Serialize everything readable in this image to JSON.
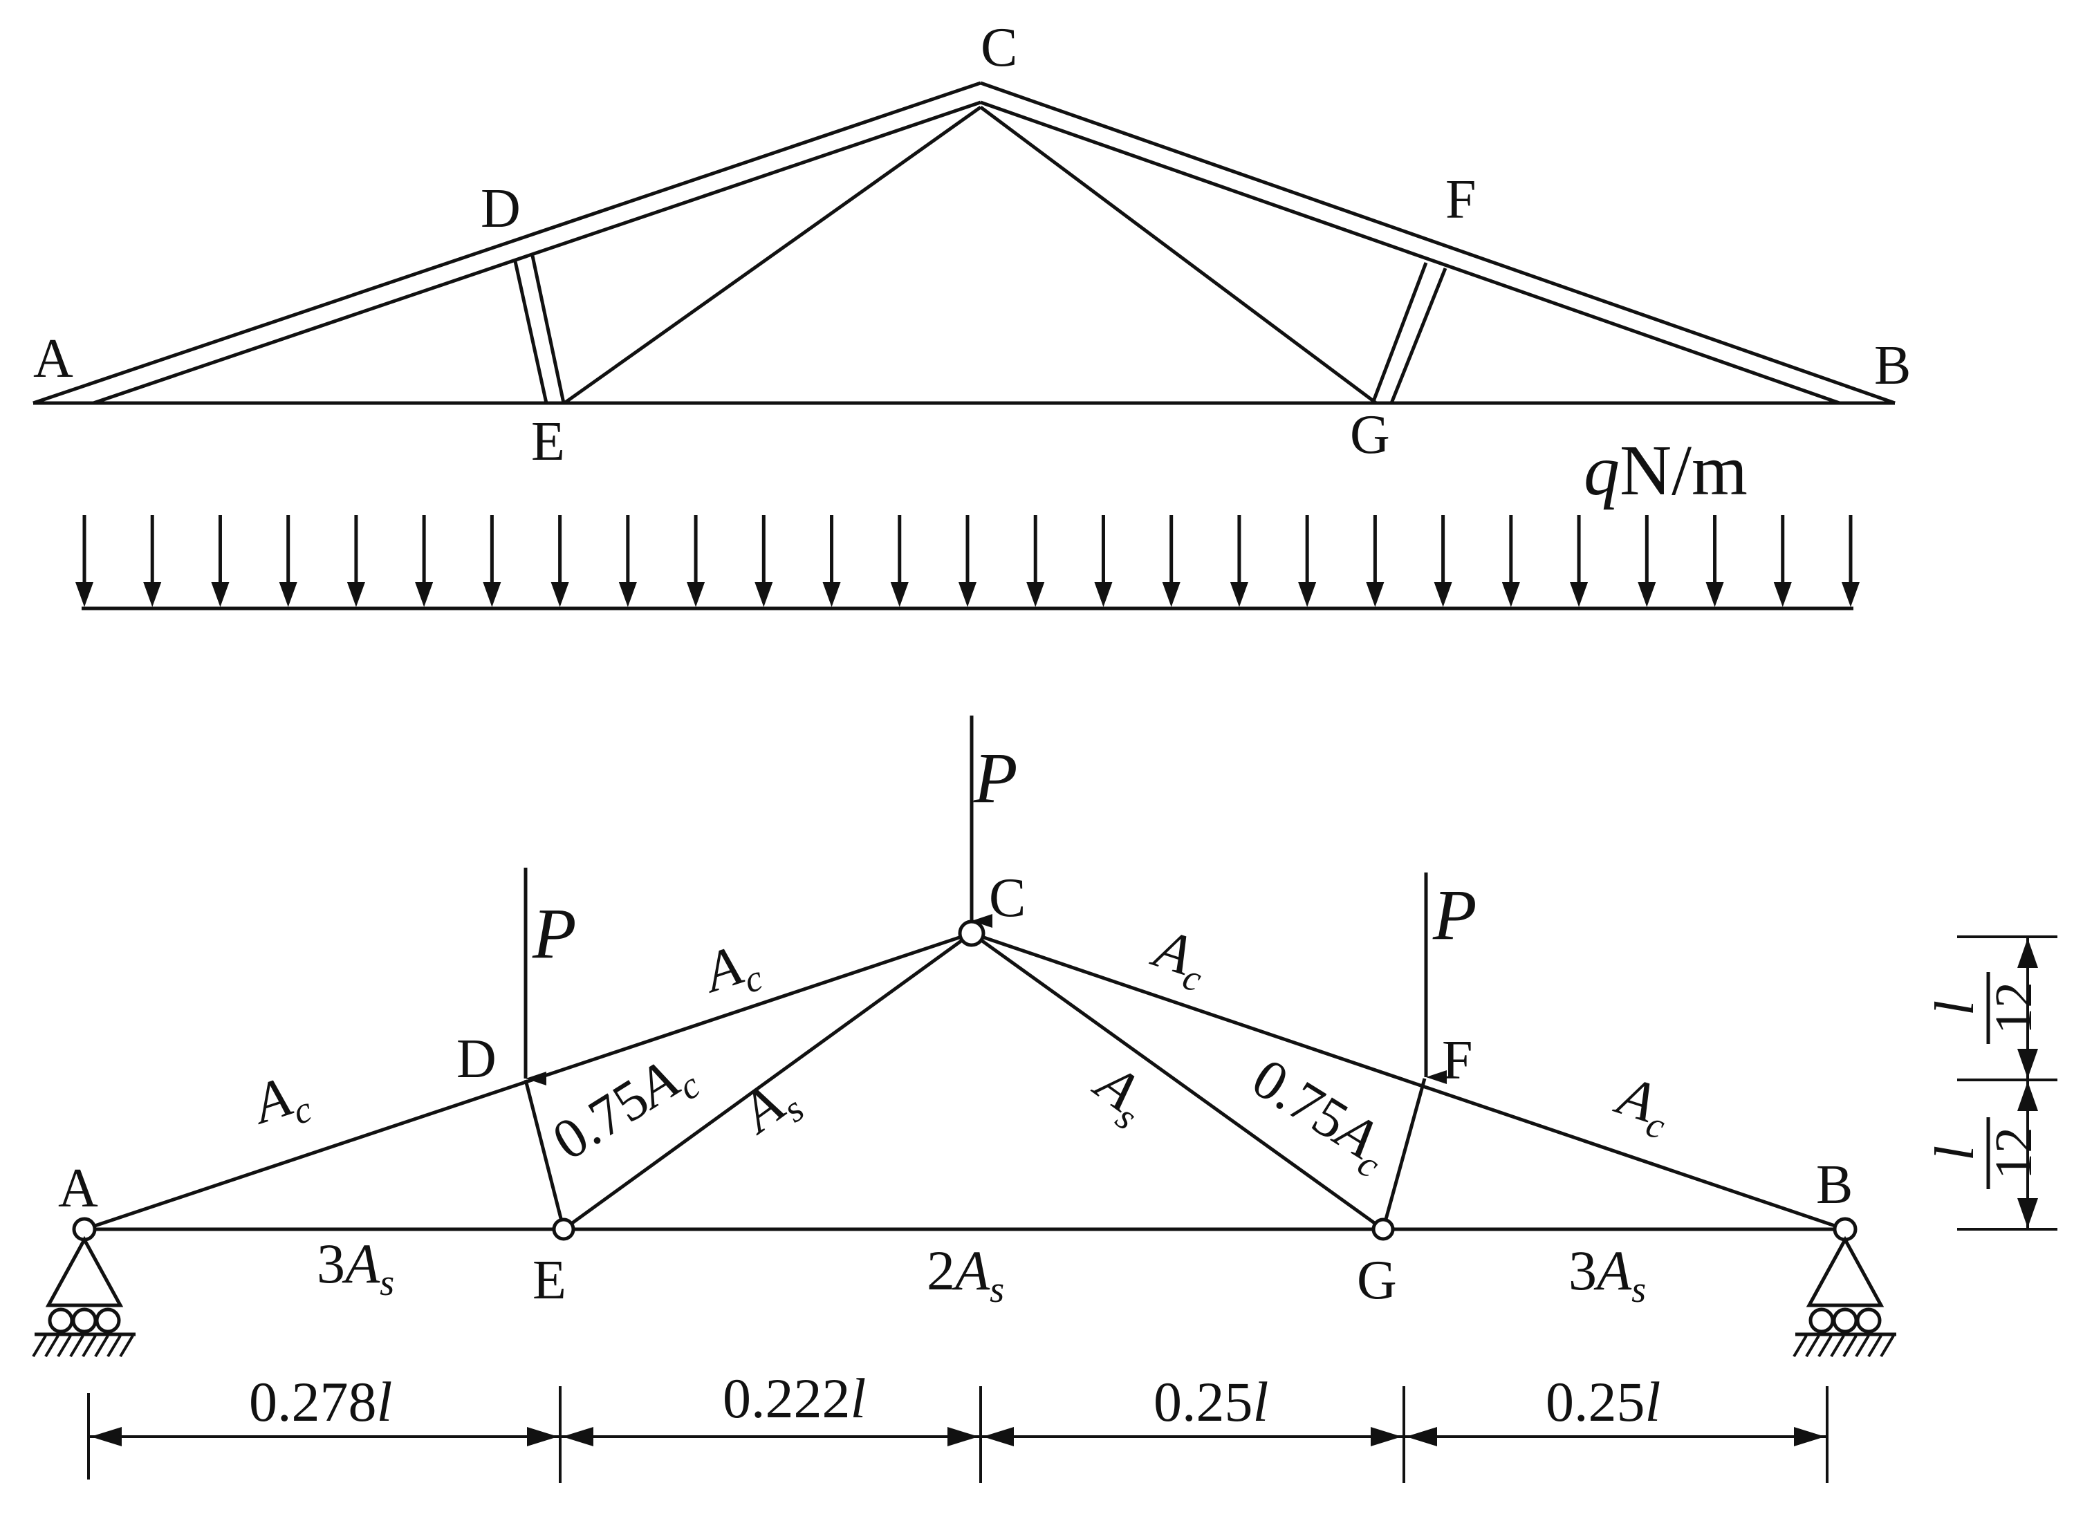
{
  "diagram": {
    "colors": {
      "ink": "#111111",
      "background": "#ffffff"
    },
    "top_truss": {
      "nodes": {
        "A": "A",
        "B": "B",
        "C": "C",
        "D": "D",
        "E": "E",
        "F": "F",
        "G": "G"
      },
      "load_label_q": "q",
      "load_label_unit": "N/m"
    },
    "bottom_truss": {
      "nodes": {
        "A": "A",
        "B": "B",
        "C": "C",
        "D": "D",
        "E": "E",
        "F": "F",
        "G": "G"
      },
      "point_loads": {
        "C": "P",
        "D": "P",
        "F": "P"
      },
      "members": {
        "AD": "A",
        "AD_sub": "c",
        "DC": "A",
        "DC_sub": "c",
        "CF": "A",
        "CF_sub": "c",
        "FB": "A",
        "FB_sub": "c",
        "DE_coef": "0.75",
        "DE_a": "A",
        "DE_sub": "c",
        "FG_coef": "0.75",
        "FG_a": "A",
        "FG_sub": "c",
        "EC": "A",
        "EC_sub": "s",
        "CG": "A",
        "CG_sub": "s",
        "AE_coef": "3",
        "AE_a": "A",
        "AE_sub": "s",
        "EG_coef": "2",
        "EG_a": "A",
        "EG_sub": "s",
        "GB_coef": "3",
        "GB_a": "A",
        "GB_sub": "s"
      },
      "dimensions": {
        "span1_num": "0.278",
        "span1_var": "l",
        "span2_num": "0.222",
        "span2_var": "l",
        "span3_num": "0.25",
        "span3_var": "l",
        "span4_num": "0.25",
        "span4_var": "l"
      },
      "heights": {
        "upper_num": "l",
        "upper_den": "12",
        "lower_num": "l",
        "lower_den": "12"
      }
    }
  }
}
